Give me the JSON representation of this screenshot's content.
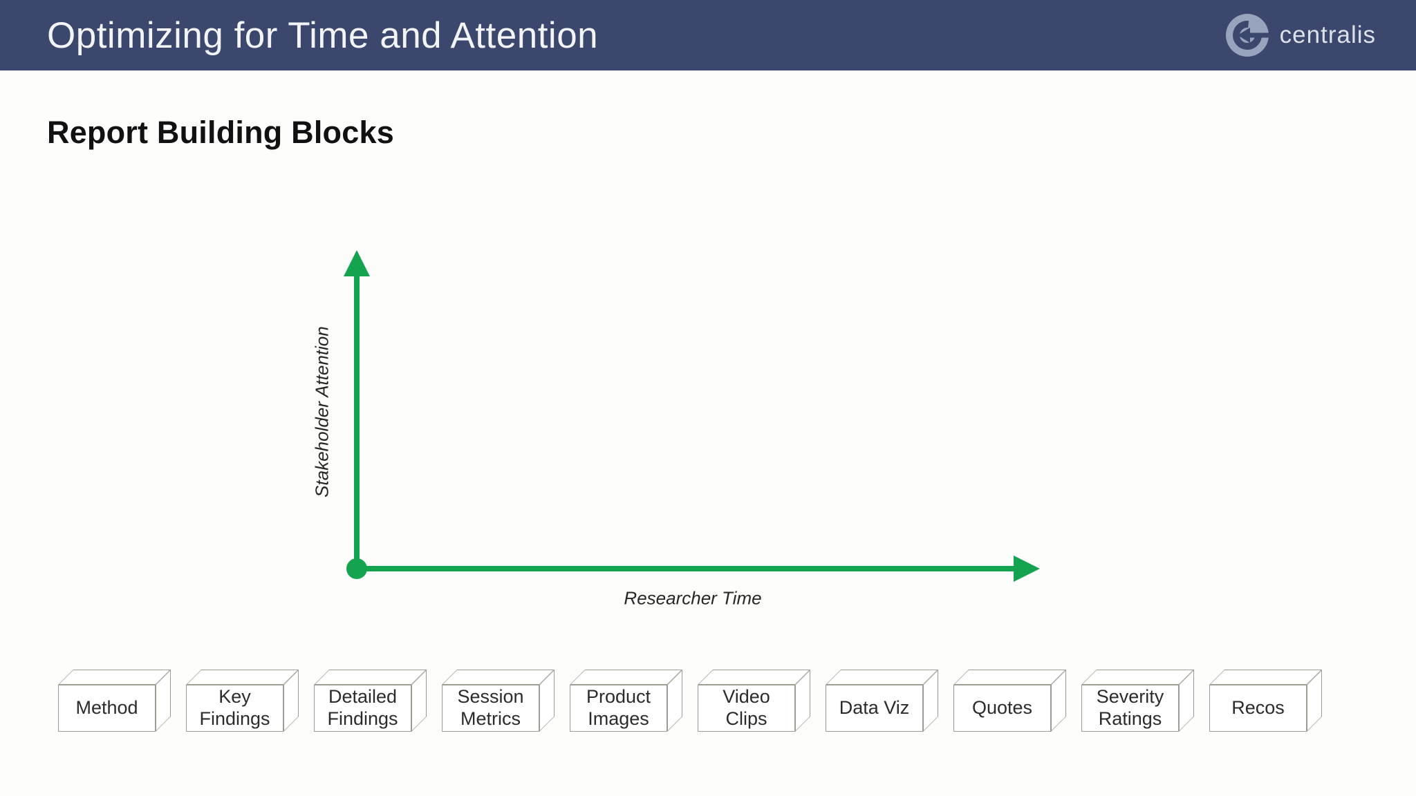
{
  "header": {
    "title": "Optimizing for Time and Attention",
    "brand": "centralis"
  },
  "slide": {
    "heading": "Report Building Blocks"
  },
  "chart_data": {
    "type": "scatter",
    "title": "",
    "xlabel": "Researcher Time",
    "ylabel": "Stakeholder Attention",
    "series": [],
    "legend": false,
    "grid": false,
    "axis_arrows": true,
    "origin_marker": true,
    "accent_color": "#14a44f"
  },
  "blocks": {
    "items": [
      "Method",
      "Key Findings",
      "Detailed Findings",
      "Session Metrics",
      "Product Images",
      "Video Clips",
      "Data Viz",
      "Quotes",
      "Severity Ratings",
      "Recos"
    ]
  },
  "colors": {
    "header_bg": "#3b476c",
    "axis_green": "#14a44f",
    "logo_circle": "#98a4be",
    "box_side": "#e3e3df",
    "box_border": "#9c9c92"
  }
}
